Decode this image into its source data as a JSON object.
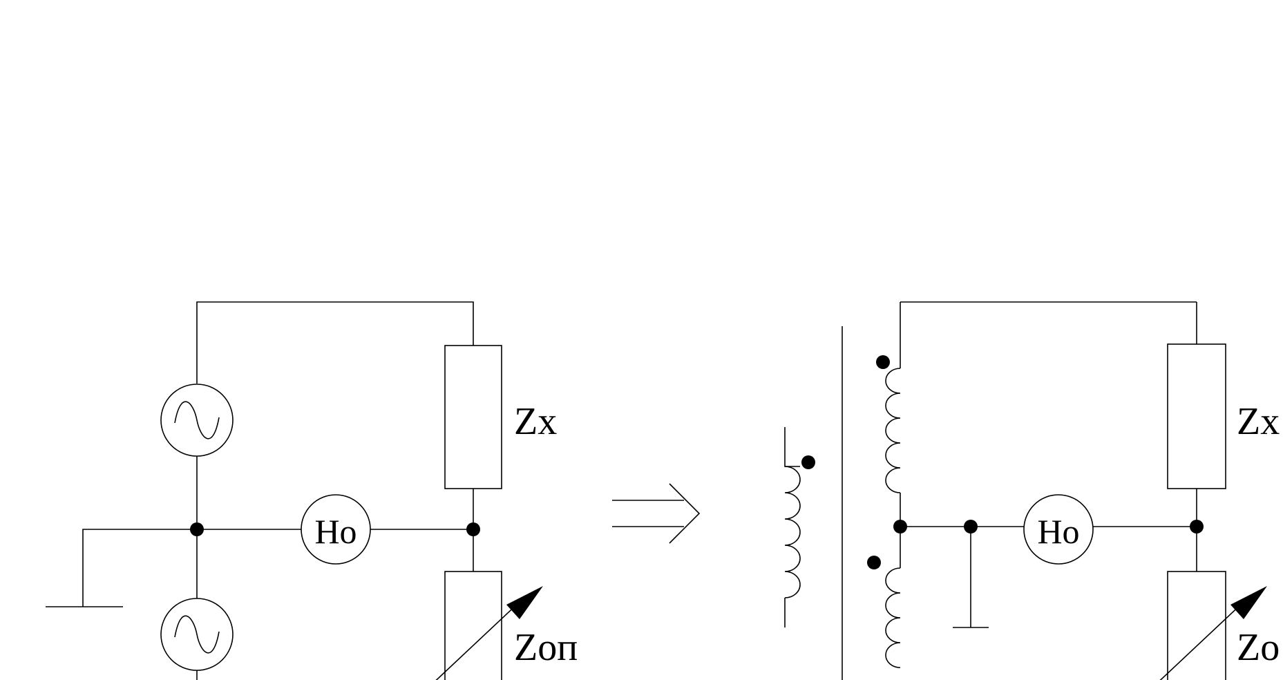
{
  "left_circuit": {
    "zx_label": "Zx",
    "zop_label": "Zoп",
    "ho_label": "Ho"
  },
  "implication_arrow": "⟹",
  "right_circuit": {
    "zx_label": "Zx",
    "zop_label": "Zo",
    "ho_label": "Ho"
  }
}
